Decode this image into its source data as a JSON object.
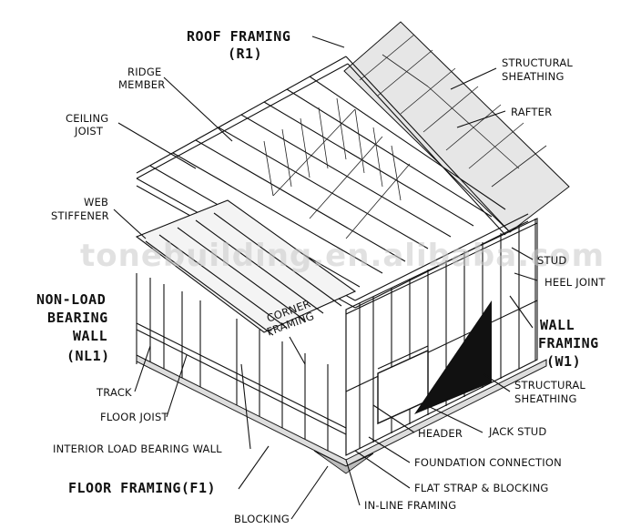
{
  "watermark": "tonebuilding.en.alibaba.com",
  "callouts": {
    "roof_framing": "ROOF FRAMING",
    "roof_framing_code": "(R1)",
    "ridge_member_1": "RIDGE",
    "ridge_member_2": "MEMBER",
    "structural_sheathing_top_1": "STRUCTURAL",
    "structural_sheathing_top_2": "SHEATHING",
    "ceiling_joist_1": "CEILING",
    "ceiling_joist_2": "JOIST",
    "rafter": "RAFTER",
    "web_stiffener_1": "WEB",
    "web_stiffener_2": "STIFFENER",
    "stud": "STUD",
    "heel_joint": "HEEL JOINT",
    "non_load_bearing_1": "NON-LOAD",
    "non_load_bearing_2": "BEARING",
    "non_load_bearing_3": "WALL",
    "non_load_bearing_code": "(NL1)",
    "corner_framing_1": "CORNER",
    "corner_framing_2": "FRAMING",
    "wall_framing": "WALL",
    "wall_framing_2": "FRAMING",
    "wall_framing_code": "(W1)",
    "track": "TRACK",
    "structural_sheathing_bottom_1": "STRUCTURAL",
    "structural_sheathing_bottom_2": "SHEATHING",
    "floor_joist": "FLOOR JOIST",
    "jack_stud": "JACK STUD",
    "header": "HEADER",
    "interior_load_bearing_wall": "INTERIOR LOAD BEARING WALL",
    "foundation_connection": "FOUNDATION CONNECTION",
    "floor_framing": "FLOOR FRAMING(F1)",
    "flat_strap_blocking": "FLAT STRAP & BLOCKING",
    "in_line_framing": "IN-LINE FRAMING",
    "blocking": "BLOCKING"
  }
}
